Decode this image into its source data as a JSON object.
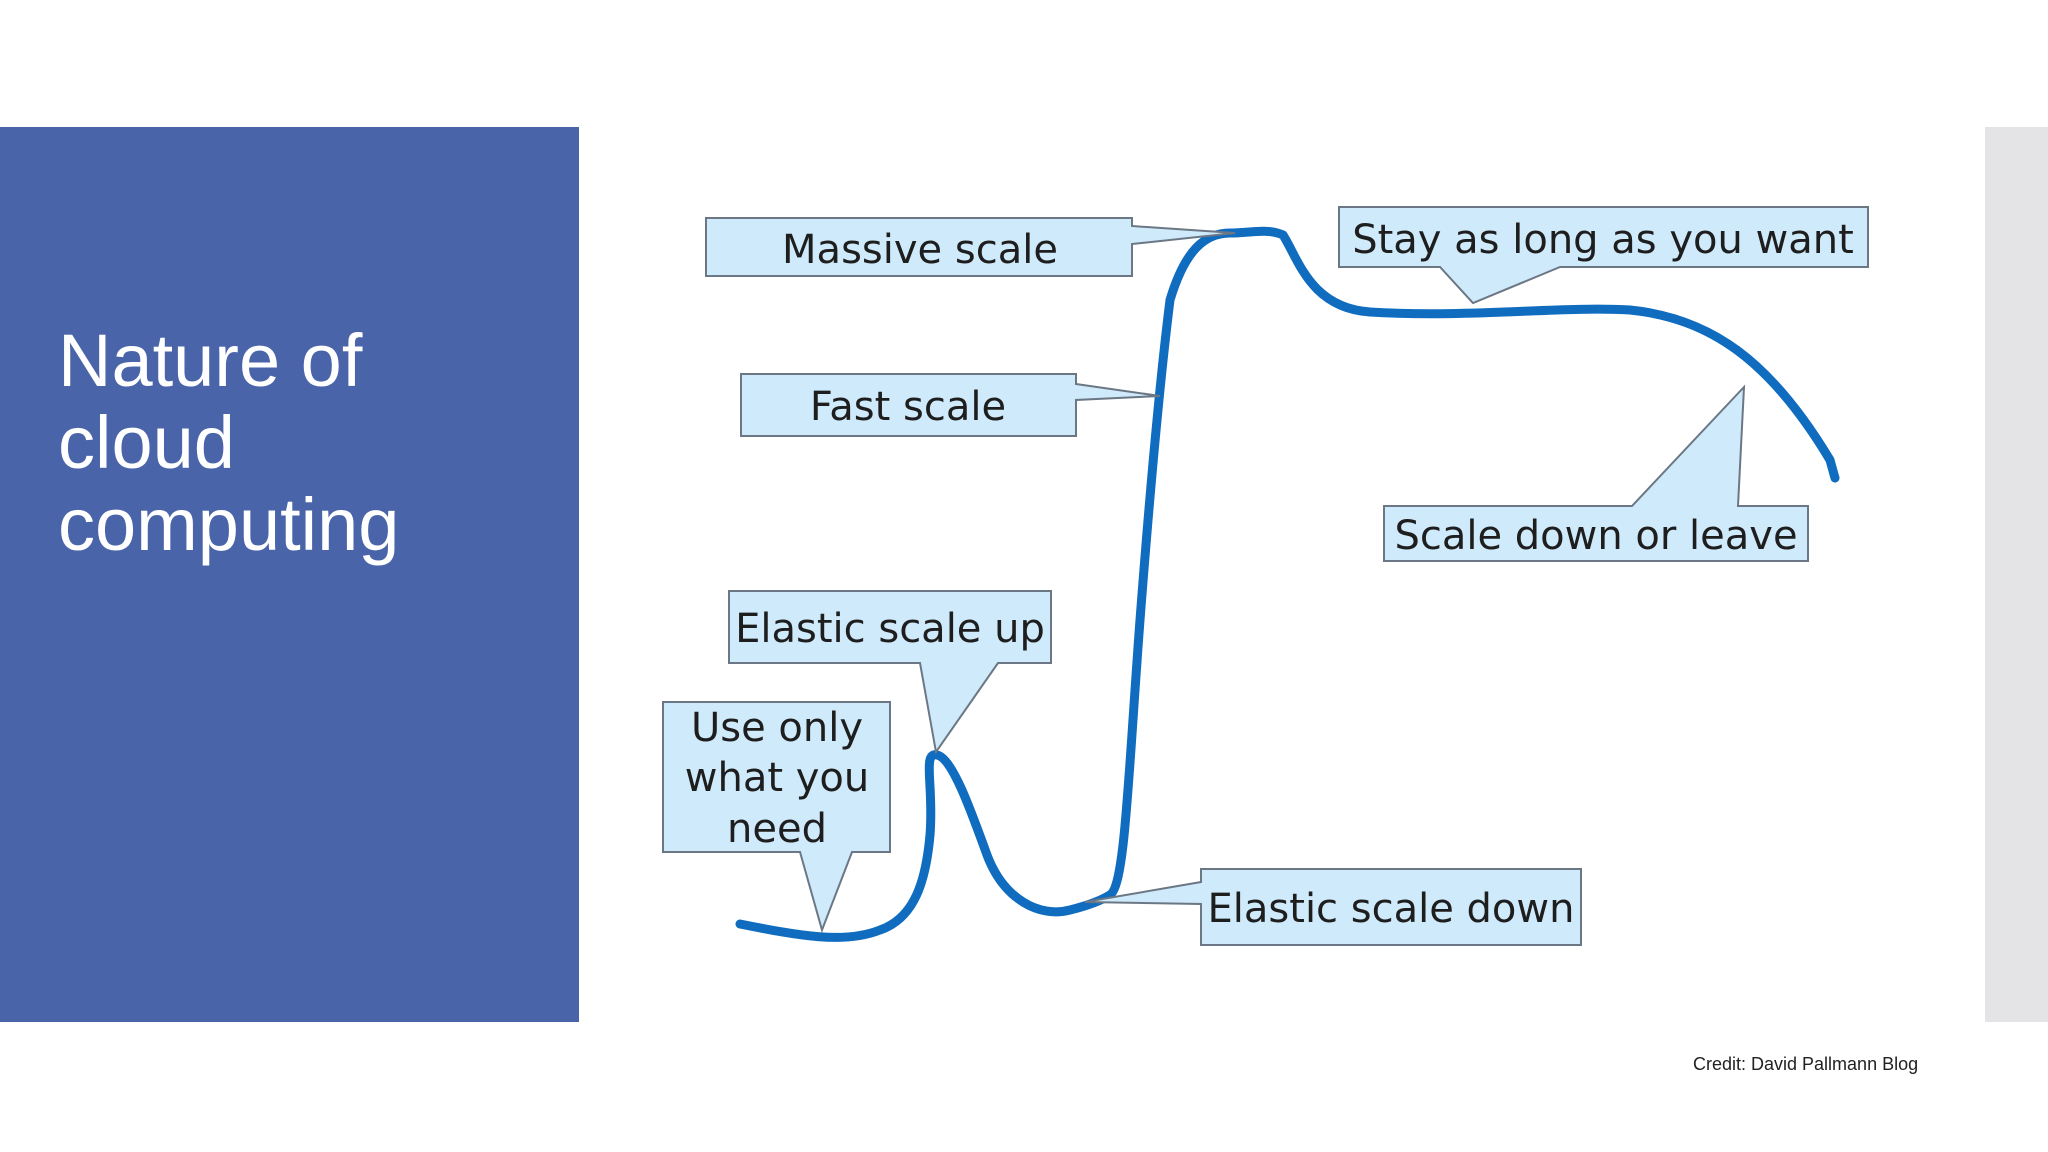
{
  "slide": {
    "title_lines": [
      "Nature of",
      "cloud",
      "computing"
    ],
    "credit": "Credit: David Pallmann Blog"
  },
  "diagram": {
    "callouts": {
      "massive_scale": "Massive scale",
      "fast_scale": "Fast scale",
      "stay": "Stay as long as you want",
      "scale_down_or_leave": "Scale down or leave",
      "elastic_scale_up": "Elastic scale up",
      "use_only": [
        "Use only",
        "what you",
        "need"
      ],
      "elastic_scale_down": "Elastic scale down"
    }
  },
  "colors": {
    "panel": "#4a64aa",
    "curve": "#0f6cbf",
    "callout_fill": "#cfeafb",
    "callout_border": "#6b7785",
    "side_strip": "#e4e4e6"
  }
}
